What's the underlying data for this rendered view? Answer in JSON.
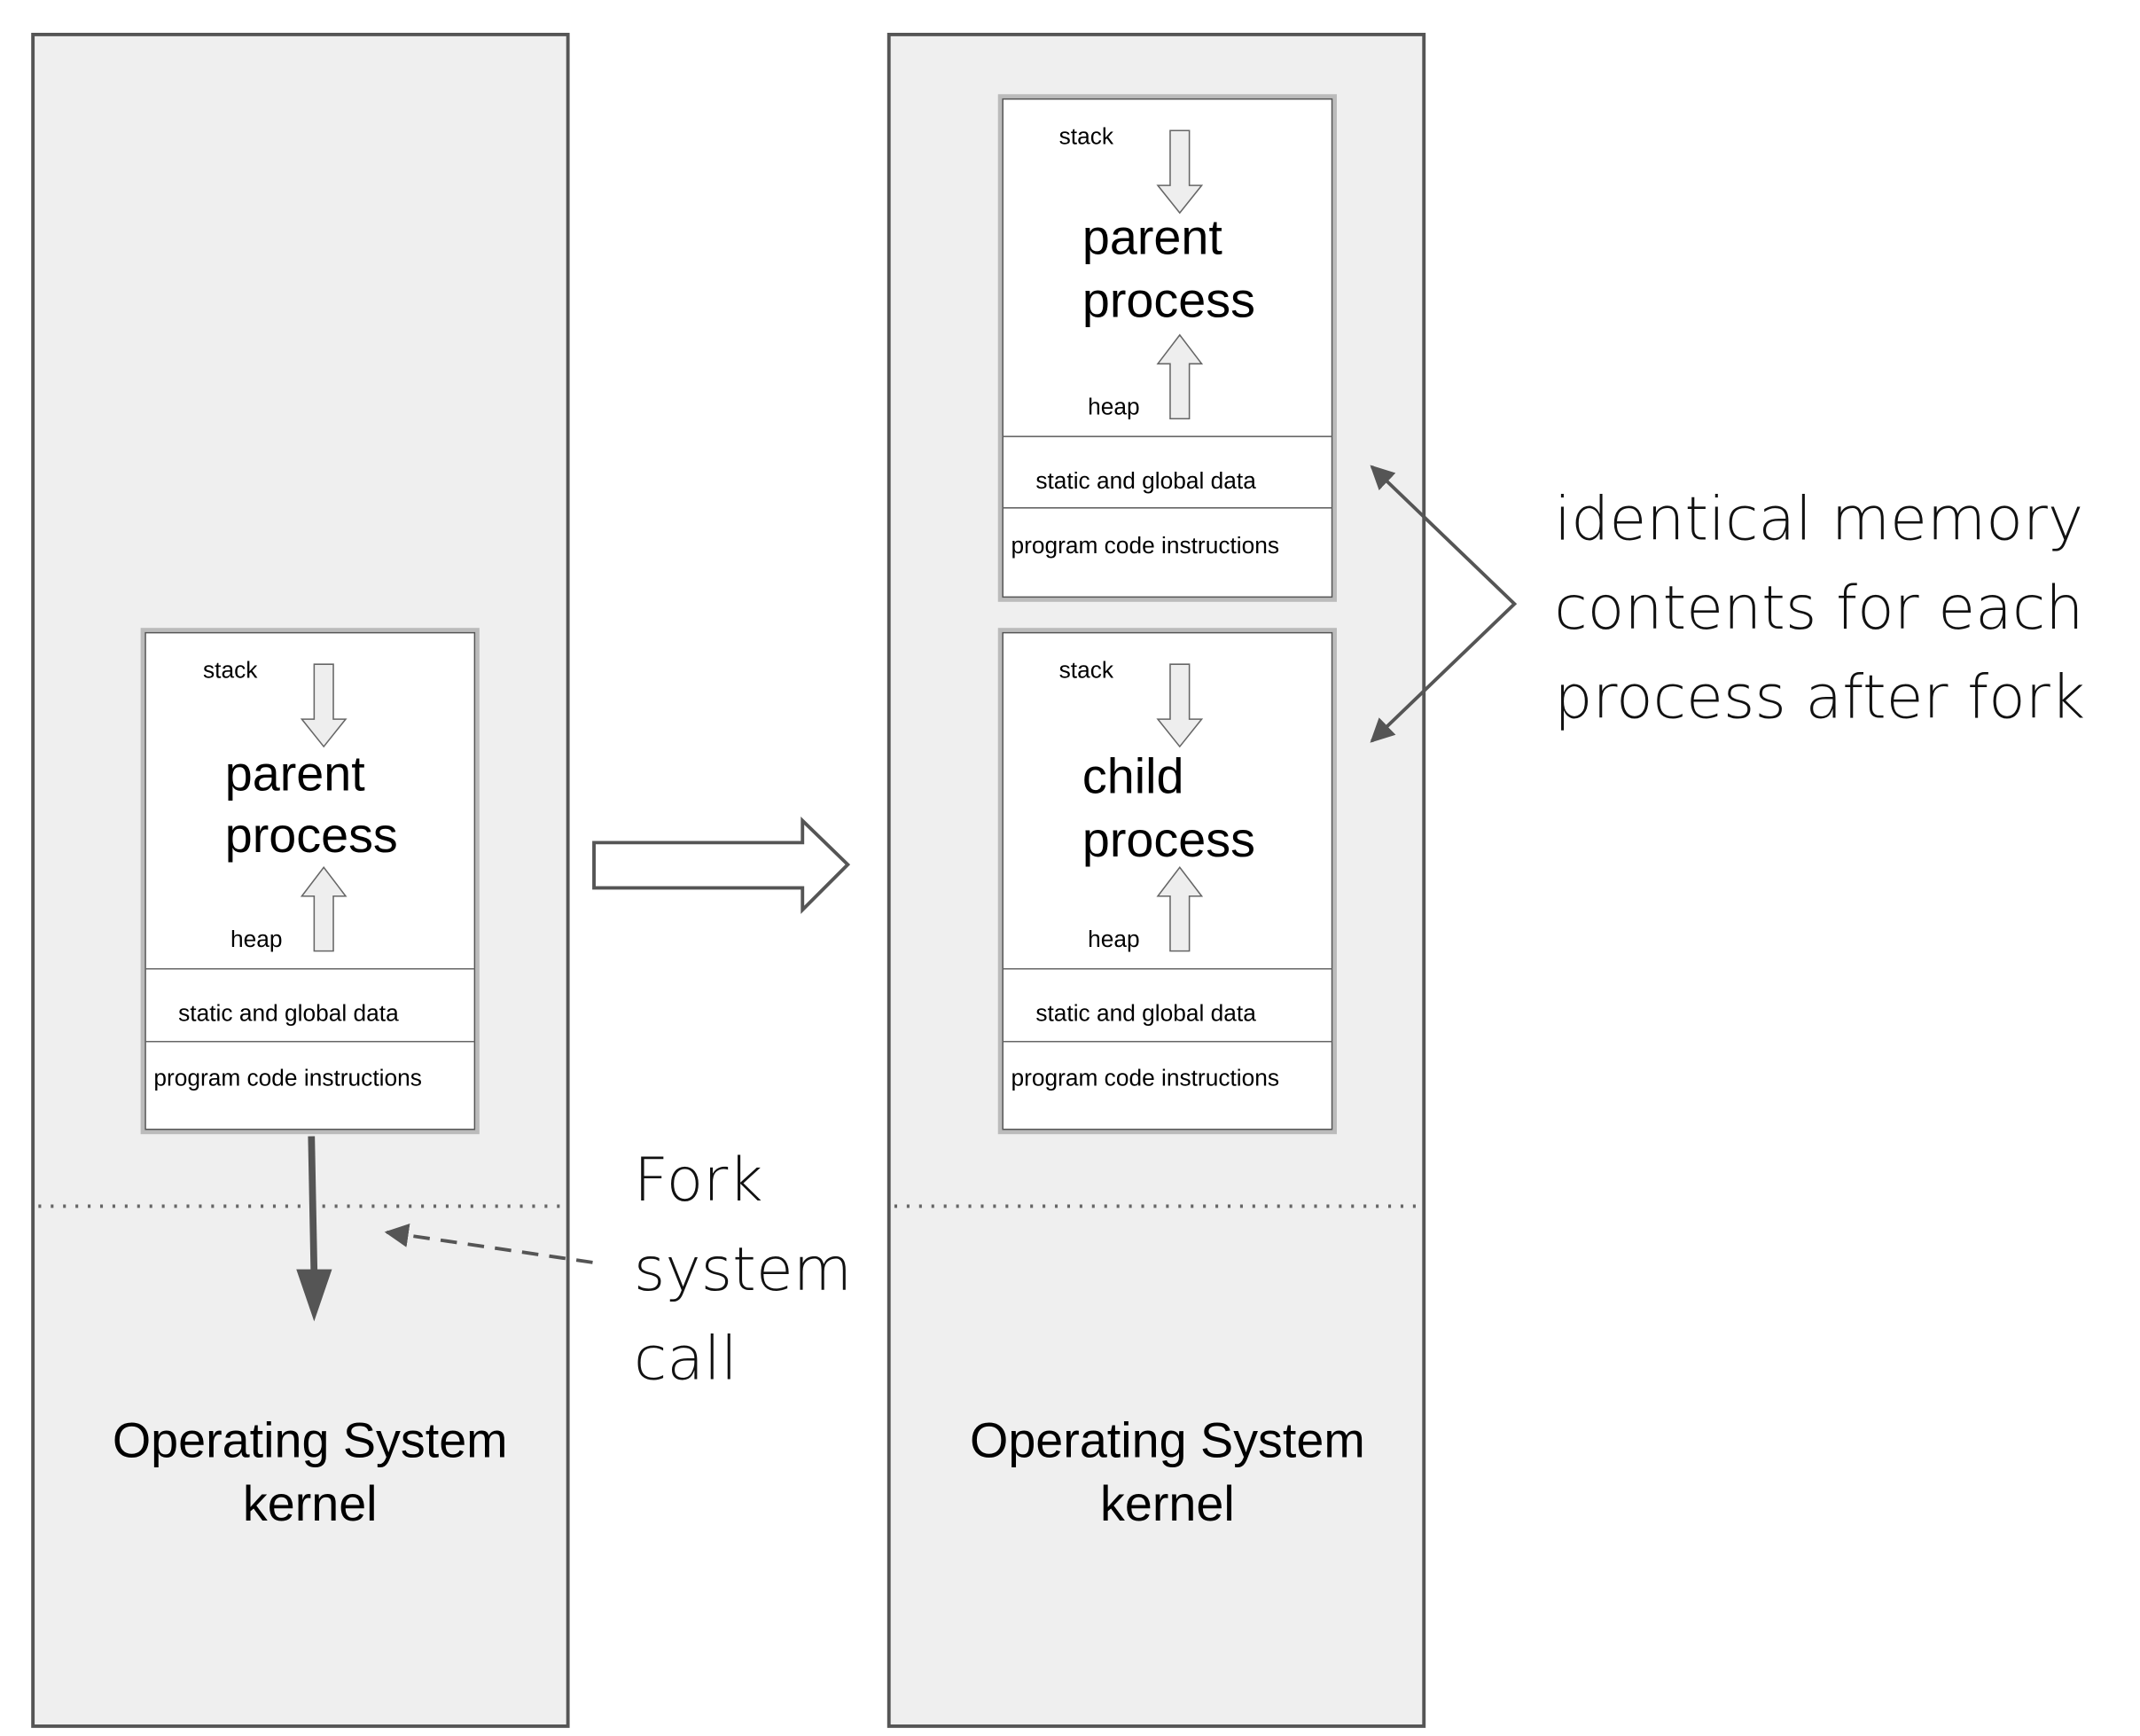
{
  "before": {
    "process": {
      "stack": "stack",
      "title_line1": "parent",
      "title_line2": "process",
      "heap": "heap",
      "static_data": "static and global data",
      "code": "program code instructions"
    },
    "kernel_line1": "Operating System",
    "kernel_line2": "kernel"
  },
  "after": {
    "parent": {
      "stack": "stack",
      "title_line1": "parent",
      "title_line2": "process",
      "heap": "heap",
      "static_data": "static and global data",
      "code": "program code instructions"
    },
    "child": {
      "stack": "stack",
      "title_line1": "child",
      "title_line2": "process",
      "heap": "heap",
      "static_data": "static and global data",
      "code": "program code instructions"
    },
    "kernel_line1": "Operating System",
    "kernel_line2": "kernel"
  },
  "fork_note": {
    "line1": "Fork",
    "line2": "system",
    "line3": "call"
  },
  "identical_note": {
    "line1": "identical memory",
    "line2": "contents for each",
    "line3": "process after fork"
  },
  "colors": {
    "panel_fill": "#efefef",
    "panel_stroke": "#555555",
    "arrow_dark": "#555555",
    "small_arrow_fill": "#eeeeee"
  }
}
